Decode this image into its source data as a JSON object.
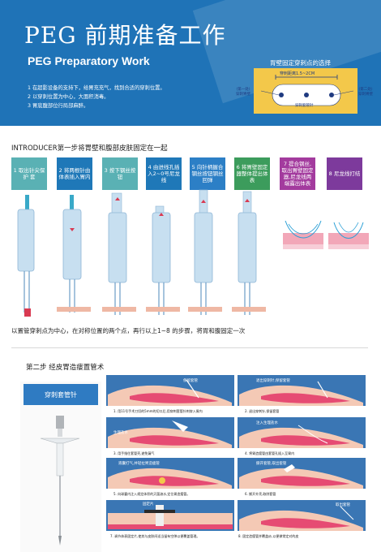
{
  "header": {
    "title_cn": "PEG 前期准备工作",
    "title_en": "PEG Preparatory Work",
    "prep_items": [
      "1 在超影设备的支持下，给胃充充气，找到合适的穿刺位置。",
      "2 以穿刺位置为中心，大面积消毒。",
      "3 胃底腹部位行局部麻醉。"
    ],
    "site_selection": {
      "title": "胃壁固定穿刺点的选择",
      "distance": "穿刺距离1.5~2CM",
      "left_line1": "(第一处)",
      "left_line2": "穿刺胃壁",
      "right_line1": "(第二处)",
      "right_line2": "穿刺胃壁",
      "tube_label": "穿刺套管针"
    }
  },
  "step1": {
    "title": "INTRODUCER第一步将胃壁和腹部皮肤固定在一起",
    "tiles": [
      {
        "label": "1 取出针尖保 护 套",
        "color": "#5ab1b4"
      },
      {
        "label": "2 将两根针由体表插入胃内",
        "color": "#1f78b8"
      },
      {
        "label": "3 按下钢丝按钮",
        "color": "#5ab1b4"
      },
      {
        "label": "4 由进线孔插入2~0号尼龙线",
        "color": "#1f78b8"
      },
      {
        "label": "5 向针柄握合钢丝按钮钢丝回弹",
        "color": "#2c7fc6"
      },
      {
        "label": "6 将胃壁固定器整体提出体表",
        "color": "#3c9c5c"
      },
      {
        "label": "7 提合钢丝,取出胃壁固定器,尼龙线两端露出体表",
        "color": "#a33b9e"
      },
      {
        "label": "8 尼龙线打结",
        "color": "#7d3a9c"
      }
    ],
    "caption": "以置管穿刺点为中心，在对称位置的两个点，再行以上1~8 的步骤，将胃和腹固定一次"
  },
  "step2": {
    "title": "第二步  经皮胃造瘘置管术",
    "needle_label": "穿刺套管针",
    "panels": [
      {
        "text": "",
        "caption": "1. 用11号手术刀切的5mm的切口后,用穿刺套管针刺穿入胃内"
      },
      {
        "text": "退出穿刺针,保留套管",
        "caption": "2. 退出穿刺针,保留套管"
      },
      {
        "text": "注入生理盐水",
        "caption": ""
      },
      {
        "text": "",
        "caption": "3. 用手指住套管壳,避免漏气"
      },
      {
        "text": "",
        "caption": "4. 将胃造瘘管由套管孔插入至胃内"
      },
      {
        "text": "液囊打气,并轻拉胃造瘘管",
        "caption": "5. 向球囊内注入规定体积的灭菌溶水,定位胃造瘘管。"
      },
      {
        "text": "撕开套管,取出套管",
        "caption": "6. 撕开外壳,取除套管"
      },
      {
        "text": "取出套管",
        "caption": ""
      },
      {
        "text": "",
        "caption": "7. 调节体表固定片,使其与皮肤间适当留有空隙以便覆盖管理。"
      },
      {
        "text": "",
        "caption": "8. 固定造瘘管并覆盖纱,以便做常定对的皮"
      }
    ],
    "panel_labels": [
      "生理盐水",
      "保留套管",
      "固定片"
    ]
  },
  "colors": {
    "header_blue": "#1f73b7",
    "site_yellow": "#f3c84a",
    "panel_blue": "#3a76b4",
    "stomach_pink": "#e64b73"
  }
}
